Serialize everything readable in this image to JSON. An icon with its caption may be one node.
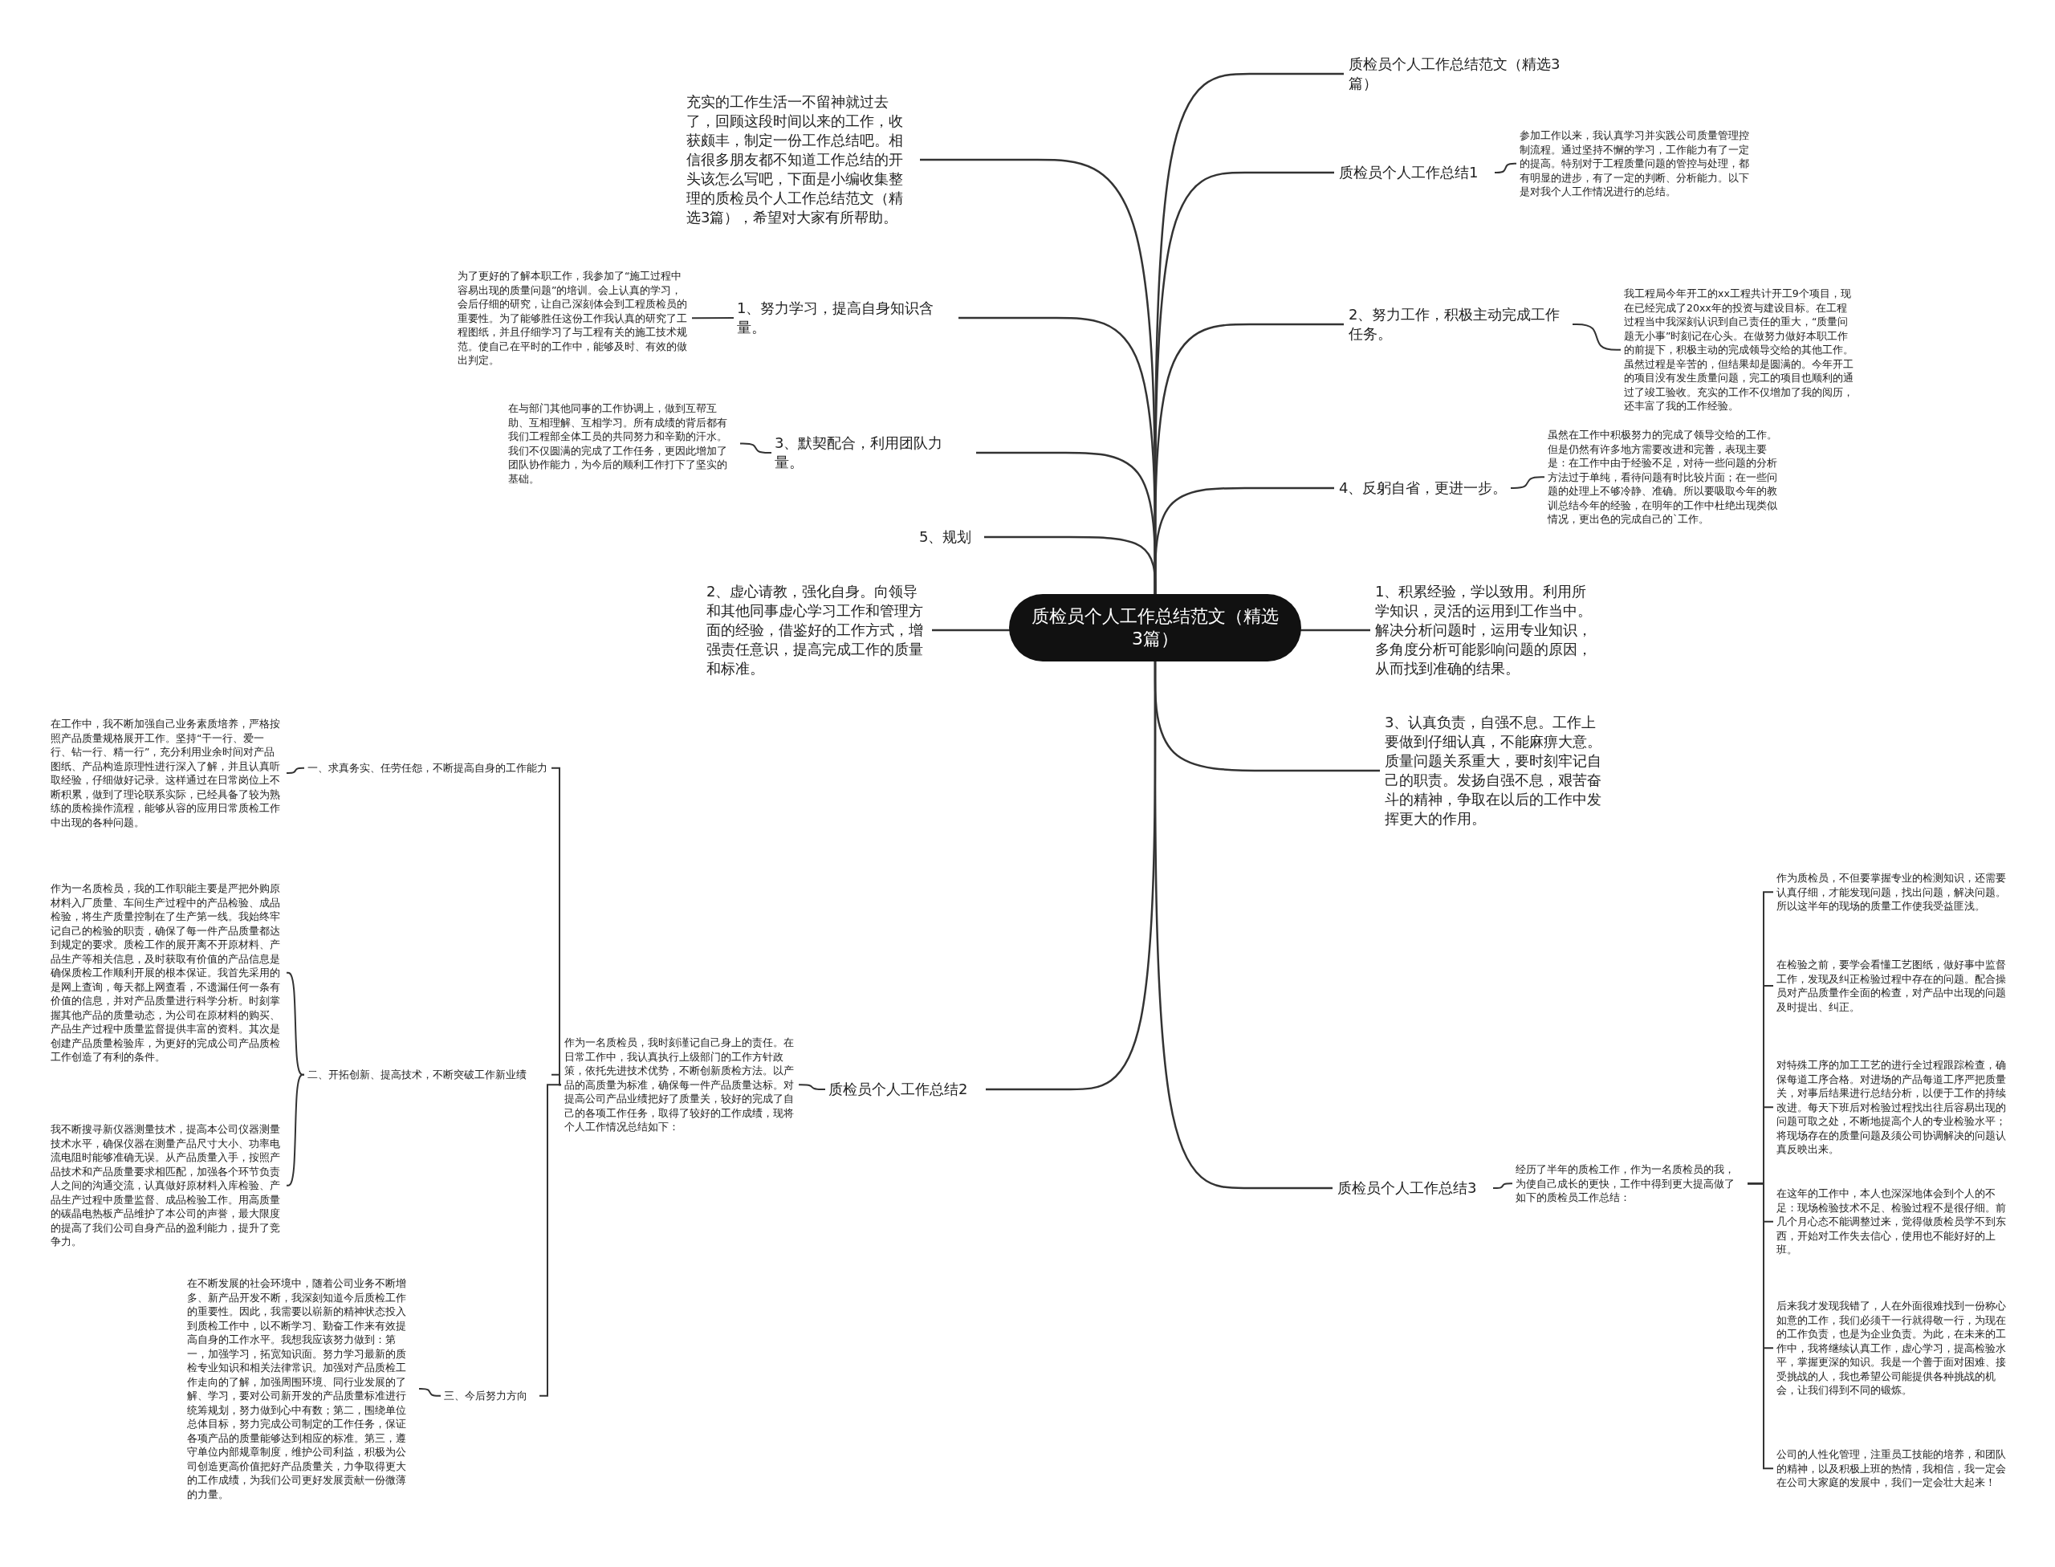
{
  "diagram": {
    "nodes": [
      {
        "text": [
          "质检员个人工作总结范文（精选3篇）"
        ]
      },
      {
        "text": [
          "充实的工作生活一不留神就过去了，回顾这段时间以来的工作，收获颇丰，制定一份工作总结吧。相信很多朋友都不知道工作总结的开头该怎么写吧，下面是小编收集整理的质检员个人工作总结范文（精选3篇），希望对大家有所帮助。"
        ]
      },
      {
        "text": [
          "1、努力学习，提高自身知识含量。"
        ]
      },
      {
        "text": [
          "为了更好的了解本职工作，我参加了“施工过程中容易出现的质量问题”的培训。会上认真的学习，会后仔细的研究，让自己深刻体会到工程质检员的重要性。为了能够胜任这份工作我认真的研究了工程图纸，并且仔细学习了与工程有关的施工技术规范。使自己在平时的工作中，能够及时、有效的做出判定。"
        ]
      },
      {
        "text": [
          "3、默契配合，利用团队力量。"
        ]
      },
      {
        "text": [
          "在与部门其他同事的工作协调上，做到互帮互助、互相理解、互相学习。所有成绩的背后都有我们工程部全体工员的共同努力和辛勤的汗水。我们不仅圆满的完成了工作任务，更因此增加了团队协作能力，为今后的顺利工作打下了坚实的基础。"
        ]
      },
      {
        "text": [
          "5、规划"
        ]
      },
      {
        "text": [
          "2、虚心请教，强化自身。向领导和其他同事虚心学习工作和管理方面的经验，借鉴好的工作方式，增强责任意识，提高完成工作的质量和标准。"
        ]
      },
      {
        "text": [
          "质检员个人工作总结2"
        ]
      },
      {
        "text": [
          "作为一名质检员，我时刻谨记自己身上的责任。在日常工作中，我认真执行上级部门的工作方针政策，依托先进技术优势，不断创新质检方法。以产品的高质量为标准，确保每一件产品质量达标。对提高公司产品业绩把好了质量关，较好的完成了自己的各项工作任务，取得了较好的工作成绩，现将个人工作情况总结如下："
        ]
      },
      {
        "text": [
          "一、求真务实、任劳任怨，不断提高自身的工作能力"
        ]
      },
      {
        "text": [
          "在工作中，我不断加强自己业务素质培养，严格按照产品质量规格展开工作。坚持“干一行、爱一行、钻一行、精一行”，充分利用业余时间对产品图纸、产品构造原理性进行深入了解，并且认真听取经验，仔细做好记录。这样通过在日常岗位上不断积累，做到了理论联系实际，已经具备了较为熟练的质检操作流程，能够从容的应用日常质检工作中出现的各种问题。"
        ]
      },
      {
        "text": [
          "二、开拓创新、提高技术，不断突破工作新业绩"
        ]
      },
      {
        "text": [
          "作为一名质检员，我的工作职能主要是严把外购原材料入厂质量、车间生产过程中的产品检验、成品检验，将生产质量控制在了生产第一线。我始终牢记自己的检验的职责，确保了每一件产品质量都达到规定的要求。质检工作的展开离不开原材料、产品生产等相关信息，及时获取有价值的产品信息是确保质检工作顺利开展的根本保证。我首先采用的是网上查询，每天都上网查看，不遗漏任何一条有价值的信息，并对产品质量进行科学分析。时刻掌握其他产品的质量动态，为公司在原材料的购买、产品生产过程中质量监督提供丰富的资料。其次是创建产品质量检验库，为更好的完成公司产品质检工作创造了有利的条件。"
        ]
      },
      {
        "text": [
          "我不断搜寻新仪器测量技术，提高本公司仪器测量技术水平，确保仪器在测量产品尺寸大小、功率电流电阻时能够准确无误。从产品质量入手，按照产品技术和产品质量要求相匹配，加强各个环节负责人之间的沟通交流，认真做好原材料入库检验、产品生产过程中质量监督、成品检验工作。用高质量的碳晶电热板产品维护了本公司的声誉，最大限度的提高了我们公司自身产品的盈利能力，提升了竞争力。"
        ]
      },
      {
        "text": [
          "三、今后努力方向"
        ]
      },
      {
        "text": [
          "在不断发展的社会环境中，随着公司业务不断增多、新产品开发不断，我深刻知道今后质检工作的重要性。因此，我需要以崭新的精神状态投入到质检工作中，以不断学习、勤奋工作来有效提高自身的工作水平。我想我应该努力做到：第一，加强学习，拓宽知识面。努力学习最新的质检专业知识和相关法律常识。加强对产品质检工作走向的了解，加强周围环境、同行业发展的了解、学习，要对公司新开发的产品质量标准进行统筹规划，努力做到心中有数；第二，围绕单位总体目标，努力完成公司制定的工作任务，保证各项产品的质量能够达到相应的标准。第三，遵守单位内部规章制度，维护公司利益，积极为公司创造更高价值把好产品质量关，力争取得更大的工作成绩，为我们公司更好发展贡献一份微薄的力量。"
        ]
      },
      {
        "text": [
          "质检员个人工作总结范文（精选3篇）"
        ]
      },
      {
        "text": [
          "质检员个人工作总结1"
        ]
      },
      {
        "text": [
          "参加工作以来，我认真学习并实践公司质量管理控制流程。通过坚持不懈的学习，工作能力有了一定的提高。特别对于工程质量问题的管控与处理，都有明显的进步，有了一定的判断、分析能力。以下是对我个人工作情况进行的总结。"
        ]
      },
      {
        "text": [
          "2、努力工作，积极主动完成工作任务。"
        ]
      },
      {
        "text": [
          "我工程局今年开工的xx工程共计开工9个项目，现在已经完成了20xx年的投资与建设目标。在工程过程当中我深刻认识到自己责任的重大，“质量问题无小事”时刻记在心头。在做努力做好本职工作的前提下，积极主动的完成领导交给的其他工作。虽然过程是辛苦的，但结果却是圆满的。今年开工的项目没有发生质量问题，完工的项目也顺利的通过了竣工验收。充实的工作不仅增加了我的阅历，还丰富了我的工作经验。"
        ]
      },
      {
        "text": [
          "4、反躬自省，更进一步。"
        ]
      },
      {
        "text": [
          "虽然在工作中积极努力的完成了领导交给的工作。但是仍然有许多地方需要改进和完善，表现主要是：在工作中由于经验不足，对待一些问题的分析方法过于单纯，看待问题有时比较片面；在一些问题的处理上不够冷静、准确。所以要吸取今年的教训总结今年的经验，在明年的工作中杜绝出现类似情况，更出色的完成自己的`工作。"
        ]
      },
      {
        "text": [
          "1、积累经验，学以致用。利用所学知识，灵活的运用到工作当中。解决分析问题时，运用专业知识，多角度分析可能影响问题的原因，从而找到准确的结果。"
        ]
      },
      {
        "text": [
          "3、认真负责，自强不息。工作上要做到仔细认真，不能麻痹大意。质量问题关系重大，要时刻牢记自己的职责。发扬自强不息，艰苦奋斗的精神，争取在以后的工作中发挥更大的作用。"
        ]
      },
      {
        "text": [
          "质检员个人工作总结3"
        ]
      },
      {
        "text": [
          "经历了半年的质检工作，作为一名质检员的我，为使自己成长的更快，工作中得到更大提高做了如下的质检员工作总结："
        ]
      },
      {
        "text": [
          "作为质检员，不但要掌握专业的检测知识，还需要认真仔细，才能发现问题，找出问题，解决问题。所以这半年的现场的质量工作使我受益匪浅。"
        ]
      },
      {
        "text": [
          "在检验之前，要学会看懂工艺图纸，做好事中监督工作，发现及纠正检验过程中存在的问题。配合操员对产品质量作全面的检查，对产品中出现的问题及时提出、纠正。"
        ]
      },
      {
        "text": [
          "对特殊工序的加工工艺的进行全过程跟踪检查，确保每道工序合格。对进场的产品每道工序严把质量关，对事后结果进行总结分析，以便于工作的持续改进。每天下班后对检验过程找出往后容易出现的问题可取之处，不断地提高个人的专业检验水平；将现场存在的质量问题及须公司协调解决的问题认真反映出来。"
        ]
      },
      {
        "text": [
          "在这年的工作中，本人也深深地体会到个人的不足：现场检验技术不足、检验过程不是很仔细。前几个月心态不能调整过来，觉得做质检员学不到东西，开始对工作失去信心，使用也不能好好的上班。"
        ]
      },
      {
        "text": [
          "后来我才发现我错了，人在外面很难找到一份称心如意的工作，我们必须干一行就得敬一行，为现在的工作负责，也是为企业负责。为此，在未来的工作中，我将继续认真工作，虚心学习，提高检验水平，掌握更深的知识。我是一个善于面对困难、接受挑战的人，我也希望公司能提供各种挑战的机会，让我们得到不同的锻炼。"
        ]
      },
      {
        "text": [
          "公司的人性化管理，注重员工技能的培养，和团队的精神，以及积极上班的热情，我相信，我一定会在公司大家庭的发展中，我们一定会壮大起来！"
        ]
      }
    ],
    "edges": [
      {
        "from": 0,
        "to": 1,
        "arrow": "none"
      },
      {
        "from": 0,
        "to": 2,
        "arrow": "none"
      },
      {
        "from": 2,
        "to": 3,
        "arrow": "none"
      },
      {
        "from": 0,
        "to": 4,
        "arrow": "none"
      },
      {
        "from": 4,
        "to": 5,
        "arrow": "none"
      },
      {
        "from": 0,
        "to": 6,
        "arrow": "none"
      },
      {
        "from": 0,
        "to": 7,
        "arrow": "none"
      },
      {
        "from": 0,
        "to": 8,
        "arrow": "none"
      },
      {
        "from": 8,
        "to": 9,
        "arrow": "none"
      },
      {
        "from": 9,
        "to": 10,
        "arrow": "none"
      },
      {
        "from": 10,
        "to": 11,
        "arrow": "none"
      },
      {
        "from": 9,
        "to": 12,
        "arrow": "none"
      },
      {
        "from": 12,
        "to": 13,
        "arrow": "none"
      },
      {
        "from": 12,
        "to": 14,
        "arrow": "none"
      },
      {
        "from": 9,
        "to": 15,
        "arrow": "none"
      },
      {
        "from": 15,
        "to": 16,
        "arrow": "none"
      },
      {
        "from": 0,
        "to": 17,
        "arrow": "none"
      },
      {
        "from": 0,
        "to": 18,
        "arrow": "none"
      },
      {
        "from": 18,
        "to": 19,
        "arrow": "none"
      },
      {
        "from": 0,
        "to": 20,
        "arrow": "none"
      },
      {
        "from": 20,
        "to": 21,
        "arrow": "none"
      },
      {
        "from": 0,
        "to": 22,
        "arrow": "none"
      },
      {
        "from": 22,
        "to": 23,
        "arrow": "none"
      },
      {
        "from": 0,
        "to": 24,
        "arrow": "none"
      },
      {
        "from": 0,
        "to": 25,
        "arrow": "none"
      },
      {
        "from": 0,
        "to": 26,
        "arrow": "none"
      },
      {
        "from": 26,
        "to": 27,
        "arrow": "none"
      },
      {
        "from": 27,
        "to": 28,
        "arrow": "none"
      },
      {
        "from": 27,
        "to": 29,
        "arrow": "none"
      },
      {
        "from": 27,
        "to": 30,
        "arrow": "none"
      },
      {
        "from": 27,
        "to": 31,
        "arrow": "none"
      },
      {
        "from": 27,
        "to": 32,
        "arrow": "none"
      },
      {
        "from": 27,
        "to": 33,
        "arrow": "none"
      }
    ]
  }
}
